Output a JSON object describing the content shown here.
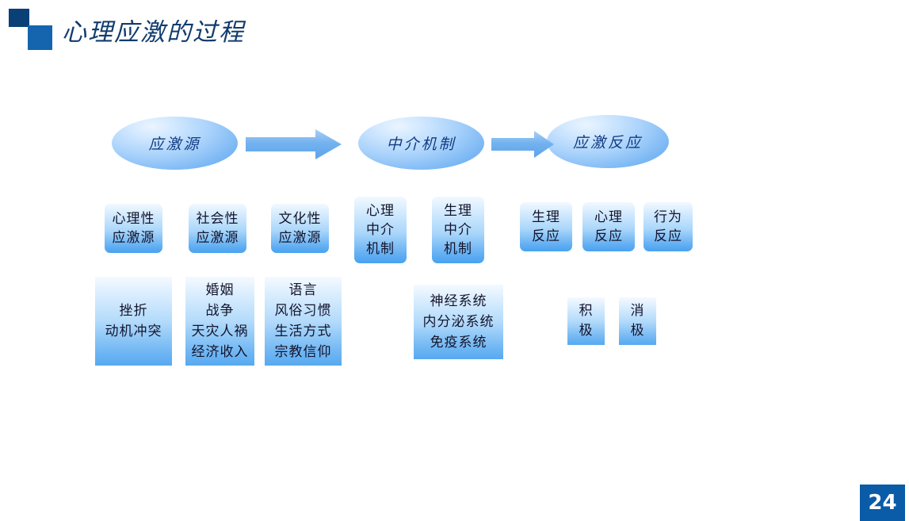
{
  "slide": {
    "title": "心理应激的过程",
    "page_number": "24",
    "accent_dark": "#0a4076",
    "accent_medium": "#1464ae",
    "accent_badge": "#0a5ba8",
    "title_color": "#123c6e",
    "shape_fill_light": "#eaf4ff",
    "shape_fill_deep": "#5aa5ef",
    "arrow_color": "#6fb0ea",
    "body_text_color": "#14142d"
  },
  "flow": {
    "stages": [
      {
        "id": "stressor",
        "label": "应激源"
      },
      {
        "id": "mediator",
        "label": "中介机制"
      },
      {
        "id": "response",
        "label": "应激反应"
      }
    ],
    "arrows": [
      {
        "id": "arrow-one",
        "from": "stressor",
        "to": "mediator"
      },
      {
        "id": "arrow-two",
        "from": "mediator",
        "to": "response"
      }
    ]
  },
  "categories": {
    "stressor_types": [
      {
        "id": "psych-stressor",
        "lines": [
          "心理性",
          "应激源"
        ]
      },
      {
        "id": "social-stressor",
        "lines": [
          "社会性",
          "应激源"
        ]
      },
      {
        "id": "cultural-stressor",
        "lines": [
          "文化性",
          "应激源"
        ]
      }
    ],
    "mediator_types": [
      {
        "id": "psych-mediator",
        "lines": [
          "心理",
          "中介",
          "机制"
        ]
      },
      {
        "id": "physio-mediator",
        "lines": [
          "生理",
          "中介",
          "机制"
        ]
      }
    ],
    "response_types": [
      {
        "id": "physio-response",
        "lines": [
          "生理",
          "反应"
        ]
      },
      {
        "id": "psych-response",
        "lines": [
          "心理",
          "反应"
        ]
      },
      {
        "id": "behav-response",
        "lines": [
          "行为",
          "反应"
        ]
      }
    ]
  },
  "details": {
    "psych_detail": {
      "lines": [
        "挫折",
        "动机冲突"
      ]
    },
    "social_detail": {
      "lines": [
        "婚姻",
        "战争",
        "天灾人祸",
        "经济收入"
      ]
    },
    "cultural_detail": {
      "lines": [
        "语言",
        "风俗习惯",
        "生活方式",
        "宗教信仰"
      ]
    },
    "physio_detail": {
      "lines": [
        "神经系统",
        "内分泌系统",
        "免疫系统"
      ]
    },
    "positive": {
      "lines": [
        "积",
        "极"
      ]
    },
    "negative": {
      "lines": [
        "消",
        "极"
      ]
    }
  }
}
